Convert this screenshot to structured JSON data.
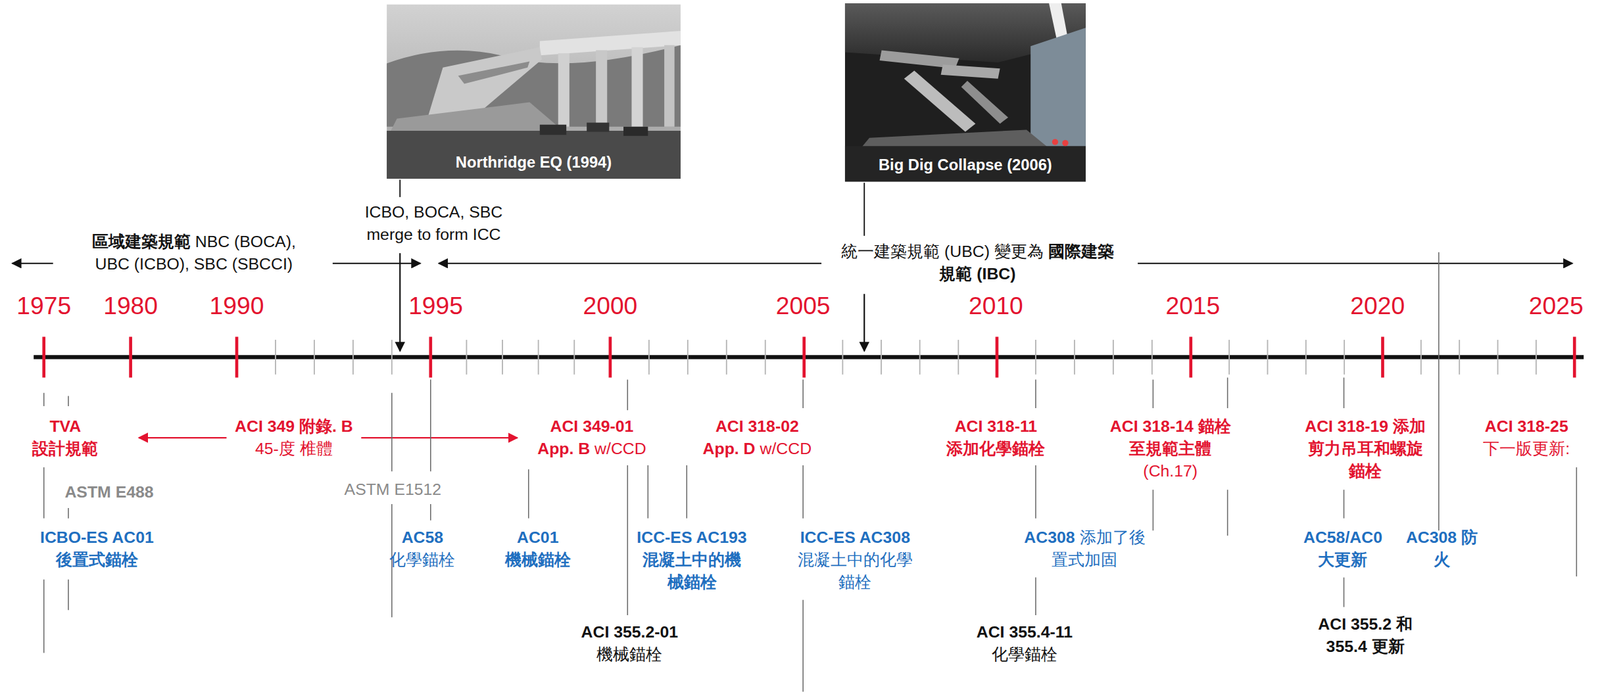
{
  "diagram": {
    "nodes": [
      {
        "text": [
          "Northridge EQ (1994)"
        ]
      },
      {
        "text": [
          "Big Dig Collapse (2006)"
        ]
      }
    ],
    "labels": [
      "區域建築規範",
      "NBC (BOCA), UBC (ICBO), SBC (SBCCI)",
      "ICBO, BOCA, SBC merge to form ICC",
      "統一建築規範 (UBC) 變更為",
      "國際建築規範 (IBC)",
      "1975",
      "1980",
      "1990",
      "1995",
      "2000",
      "2005",
      "2010",
      "2015",
      "2020",
      "2025",
      "TVA 設計規範",
      "ACI 349 附錄. B",
      "45-度 椎體",
      "ACI 349-01",
      "App. B",
      "w/CCD",
      "ACI 318-02",
      "App. D",
      "w/CCD",
      "ACI 318-11 添加化學錨栓",
      "ACI 318-14 錨栓至規範主體",
      "(Ch.17)",
      "ACI 318-19 添加剪力吊耳和螺旋錨栓",
      "ACI 318-25",
      "下一版更新:",
      "ASTM E488",
      "ASTM E1512",
      "ICBO-ES AC01 後置式錨栓",
      "AC58",
      "化學錨栓",
      "AC01 機械錨栓",
      "ICC-ES AC193 混凝土中的機械錨栓",
      "ICC-ES AC308",
      "混凝土中的化學錨栓",
      "AC308",
      "添加了後置式加固",
      "AC58/AC0 大更新",
      "AC308 防火",
      "ACI 355.2-01",
      "機械錨栓",
      "ACI 355.4-11",
      "化學錨栓",
      "ACI 355.2 和 355.4 更新"
    ]
  }
}
